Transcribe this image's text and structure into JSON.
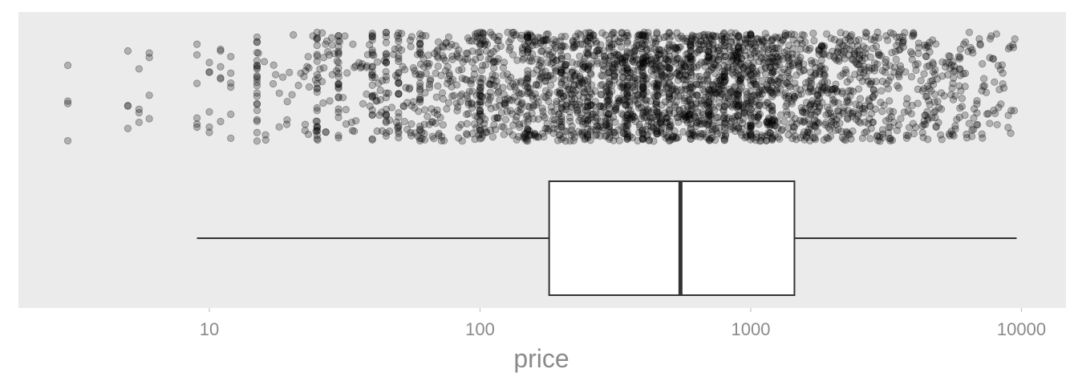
{
  "chart_data": {
    "type": "scatter",
    "variant": "jittered strip plot with horizontal box plot",
    "title": "",
    "xlabel": "price",
    "ylabel": "",
    "x_scale": "log10",
    "xlim": [
      2.3,
      12500
    ],
    "ticks": [
      {
        "value": 10,
        "label": "10"
      },
      {
        "value": 100,
        "label": "100"
      },
      {
        "value": 1000,
        "label": "1000"
      },
      {
        "value": 10000,
        "label": "10000"
      }
    ],
    "grid": false,
    "legend": "none",
    "point_style": {
      "fill": "#000000",
      "opacity": 0.25
    },
    "outlier_points": [
      3,
      5,
      5.5,
      6,
      9,
      10,
      11,
      12
    ],
    "bulk_range": [
      15,
      9500
    ],
    "heavy_price_points": [
      15,
      25,
      30,
      40,
      45,
      50,
      60,
      100,
      150,
      200,
      250,
      300,
      350,
      400,
      450,
      500,
      600,
      700,
      800,
      900,
      1000,
      1200
    ],
    "boxplot": {
      "whisker_low": 9,
      "q1": 180,
      "median": 550,
      "q3": 1450,
      "whisker_high": 9600
    },
    "colors": {
      "panel_background": "#ebebeb",
      "points": "#000000",
      "box_fill": "#ffffff",
      "box_stroke": "#333333",
      "axis_text": "#8a8a8a"
    }
  }
}
